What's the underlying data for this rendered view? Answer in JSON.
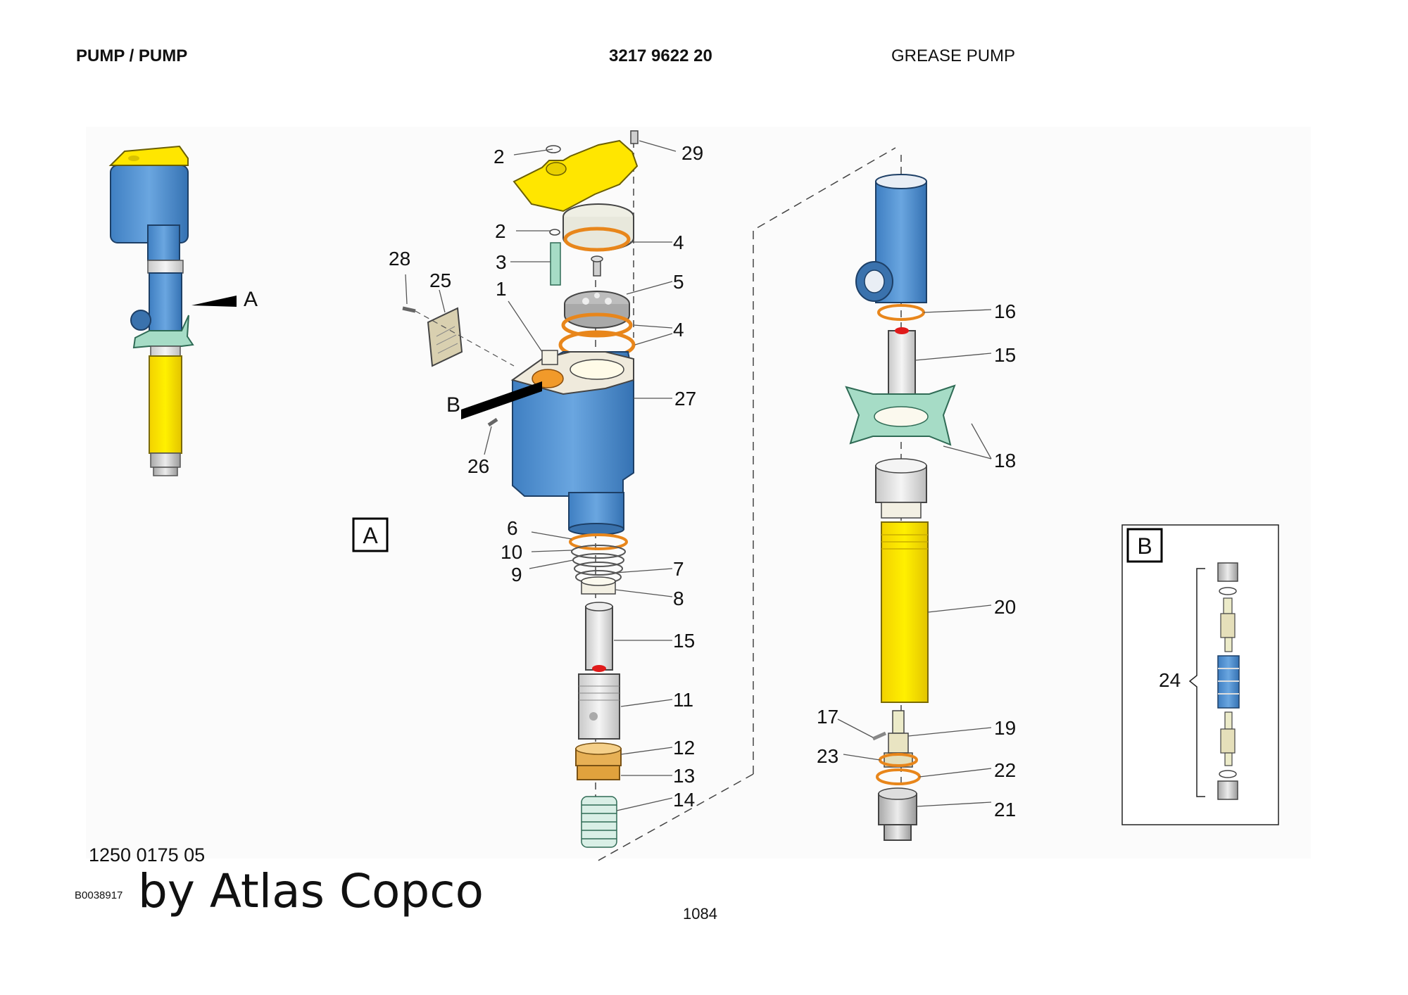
{
  "header": {
    "section": "PUMP / PUMP",
    "part_number": "3217 9622 20",
    "description": "GREASE PUMP"
  },
  "labels": {
    "view_a": "A",
    "view_b": "B",
    "detail_a": "A",
    "detail_b": "B"
  },
  "callouts": {
    "c1": "1",
    "c2a": "2",
    "c2b": "2",
    "c3": "3",
    "c4a": "4",
    "c4b": "4",
    "c5": "5",
    "c6": "6",
    "c7": "7",
    "c8": "8",
    "c9": "9",
    "c10": "10",
    "c11": "11",
    "c12": "12",
    "c13": "13",
    "c14": "14",
    "c15a": "15",
    "c15b": "15",
    "c16": "16",
    "c17": "17",
    "c18": "18",
    "c19": "19",
    "c20": "20",
    "c21": "21",
    "c22": "22",
    "c23": "23",
    "c24": "24",
    "c25": "25",
    "c26": "26",
    "c27": "27",
    "c28": "28",
    "c29": "29"
  },
  "footer": {
    "drawing_number": "1250 0175 05",
    "image_code": "B0038917",
    "watermark": "by Atlas Copco",
    "page_number": "1084"
  },
  "colors": {
    "blue": "#4f8fd0",
    "yellow": "#ffe600",
    "orange": "#f08a1c",
    "mint": "#a6dcc6",
    "grey": "#c9c9c9",
    "red": "#e01b1b"
  }
}
